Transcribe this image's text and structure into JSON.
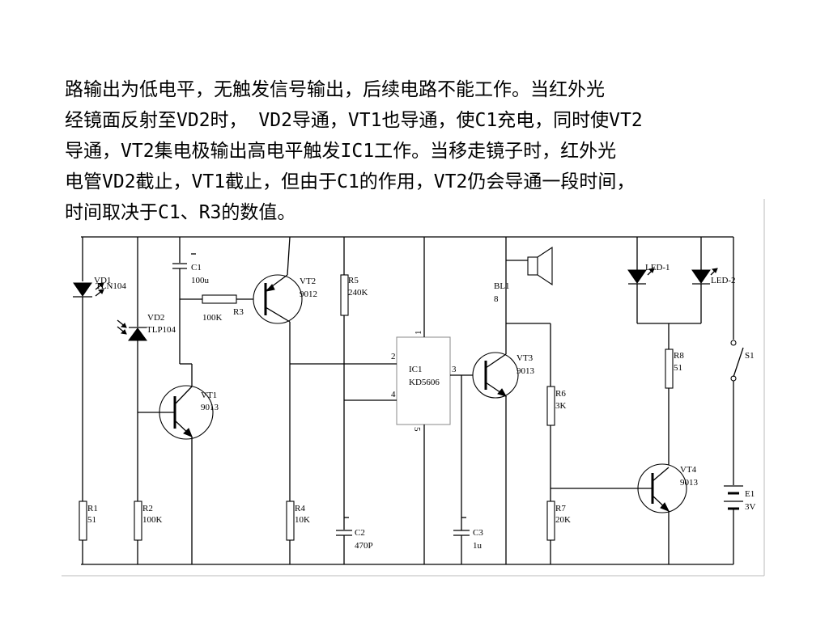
{
  "paragraph": {
    "lines": [
      "路输出为低电平，无触发信号输出，后续电路不能工作。当红外光",
      "经镜面反射至VD2时， VD2导通，VT1也导通，使C1充电，同时使VT2",
      "导通，VT2集电极输出高电平触发IC1工作。当移走镜子时，红外光",
      "电管VD2截止，VT1截止，但由于C1的作用，VT2仍会导通一段时间，",
      "时间取决于C1、R3的数值。"
    ]
  },
  "schematic": {
    "vd1": {
      "name": "VD1",
      "model": "TLN104"
    },
    "vd2": {
      "name": "VD2",
      "model": "TLP104"
    },
    "c1": {
      "name": "C1",
      "value": "100u"
    },
    "r3": {
      "name": "R3",
      "value": "100K"
    },
    "vt2": {
      "name": "VT2",
      "model": "9012"
    },
    "r5": {
      "name": "R5",
      "value": "240K"
    },
    "vt1": {
      "name": "VT1",
      "model": "9013"
    },
    "ic1": {
      "name": "IC1",
      "model": "KD5606",
      "pin1": "1",
      "pin2": "2",
      "pin3": "3",
      "pin4": "4",
      "pin5": "5"
    },
    "bl1": {
      "name": "BL1",
      "value": "8"
    },
    "vt3": {
      "name": "VT3",
      "model": "9013"
    },
    "r6": {
      "name": "R6",
      "value": "3K"
    },
    "r7": {
      "name": "R7",
      "value": "20K"
    },
    "led1": {
      "name": "LED-1"
    },
    "led2": {
      "name": "LED-2"
    },
    "r8": {
      "name": "R8",
      "value": "51"
    },
    "s1": {
      "name": "S1"
    },
    "vt4": {
      "name": "VT4",
      "model": "9013"
    },
    "e1": {
      "name": "E1",
      "value": "3V"
    },
    "r1": {
      "name": "R1",
      "value": "51"
    },
    "r2": {
      "name": "R2",
      "value": "100K"
    },
    "r4": {
      "name": "R4",
      "value": "10K"
    },
    "c2": {
      "name": "C2",
      "value": "470P"
    },
    "c3": {
      "name": "C3",
      "value": "1u"
    }
  }
}
